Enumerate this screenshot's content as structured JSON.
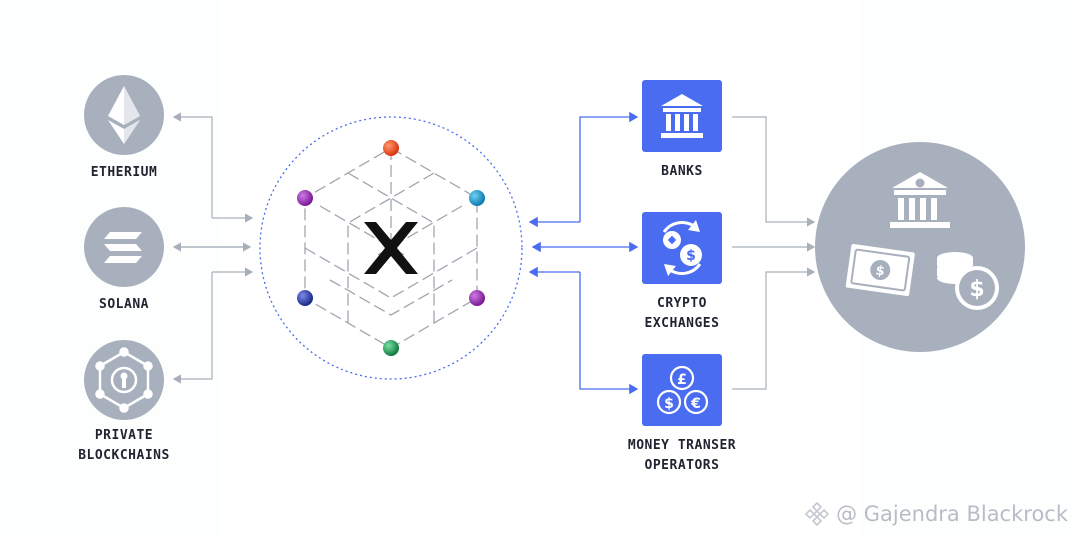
{
  "nodes": {
    "ethereum": {
      "label": "ETHERIUM",
      "icon": "ethereum-icon"
    },
    "solana": {
      "label": "SOLANA",
      "icon": "solana-icon"
    },
    "private": {
      "label_line1": "PRIVATE",
      "label_line2": "BLOCKCHAINS",
      "icon": "keyhole-network-icon"
    },
    "center": {
      "icon": "x-network-cube-icon"
    },
    "banks": {
      "label": "BANKS",
      "icon": "bank-icon"
    },
    "crypto": {
      "label_line1": "CRYPTO",
      "label_line2": "EXCHANGES",
      "icon": "currency-exchange-icon"
    },
    "money": {
      "label_line1": "MONEY TRANSER",
      "label_line2": "OPERATORS",
      "icon": "pound-dollar-euro-icon"
    },
    "fiat": {
      "icon": "bank-cash-coins-icon"
    }
  },
  "watermark": {
    "text": "@ Gajendra Blackrock",
    "icon": "binance-logo-icon"
  },
  "colors": {
    "gray_circle": "#a8b0bd",
    "blue_box": "#4a6cf0",
    "arrow_gray": "#a9b0bb",
    "arrow_blue": "#4a6cf0",
    "dotted_circle": "#4a6cf0",
    "node_orange": "#ef4a1e",
    "node_teal": "#1a9bd1",
    "node_purple": "#9b2bb3",
    "node_blue": "#2b3fb3",
    "node_green": "#1e9b5a"
  }
}
